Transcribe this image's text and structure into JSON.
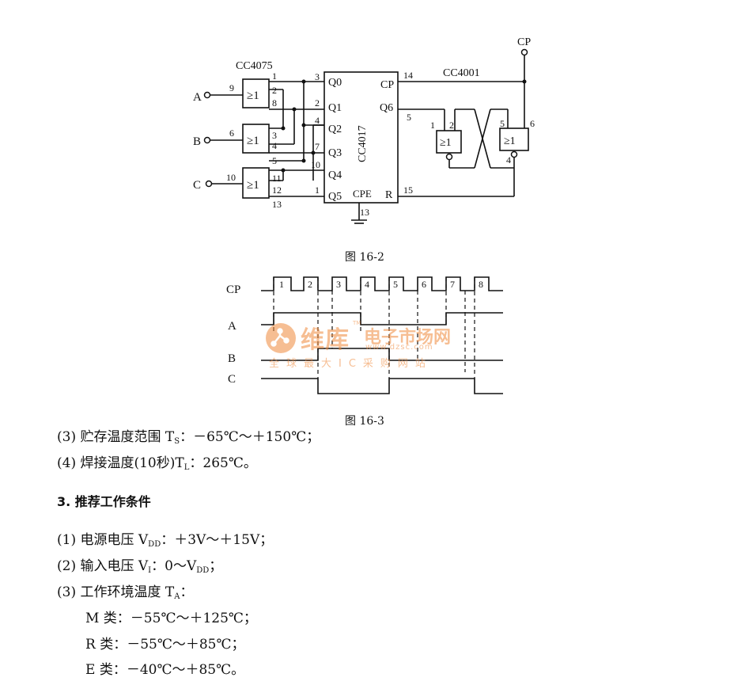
{
  "figure1": {
    "caption": "图 16-2",
    "chips": {
      "u1": "CC4075",
      "u2": "CC4017",
      "u3": "CC4001"
    },
    "gate_symbol": "≥1",
    "inputs": {
      "a": "A",
      "b": "B",
      "c": "C",
      "cp": "CP"
    },
    "pins": {
      "p1": "1",
      "p2": "2",
      "p8": "8",
      "p9": "9",
      "p3": "3",
      "p4": "4",
      "p5": "5",
      "p6": "6",
      "p11": "11",
      "p12": "12",
      "p13": "13",
      "p10": "10",
      "c3": "3",
      "c2": "2",
      "c4": "4",
      "c7": "7",
      "c10": "10",
      "c1": "1",
      "c14": "14",
      "c5": "5",
      "c15": "15",
      "c13": "13",
      "n1": "1",
      "n2": "2",
      "n5": "5",
      "n6": "6",
      "n4": "4"
    },
    "ports": {
      "q0": "Q0",
      "q1": "Q1",
      "q2": "Q2",
      "q3": "Q3",
      "q4": "Q4",
      "q5": "Q5",
      "cp": "CP",
      "q6": "Q6",
      "r": "R",
      "cpe": "CPE"
    }
  },
  "figure2": {
    "caption": "图 16-3",
    "signals": {
      "cp": "CP",
      "a": "A",
      "b": "B",
      "c": "C"
    },
    "pulses": [
      "1",
      "2",
      "3",
      "4",
      "5",
      "6",
      "7",
      "8"
    ]
  },
  "watermark": {
    "brand": "维库",
    "tagline": "电子市场网",
    "url": "www.dzsc.com",
    "slogan": "全球最大IC采购网站",
    "tm": "TM"
  },
  "text": {
    "l1": {
      "pre": "(3) 贮存温度范围 T",
      "sub": "S",
      "post": "：－65℃～＋150℃；"
    },
    "l2": {
      "pre": "(4) 焊接温度(10秒)T",
      "sub": "L",
      "post": "：265℃。"
    },
    "heading": "3. 推荐工作条件",
    "l3": {
      "pre": "(1) 电源电压 V",
      "sub": "DD",
      "post": "：＋3V～＋15V；"
    },
    "l4": {
      "pre": "(2) 输入电压 V",
      "sub": "I",
      "mid": "：0～V",
      "sub2": "DD",
      "post": "；"
    },
    "l5": {
      "pre": "(3) 工作环境温度 T",
      "sub": "A",
      "post": "："
    },
    "l6": "M 类：－55℃～＋125℃；",
    "l7": "R 类：－55℃～＋85℃；",
    "l8": "E 类：－40℃～＋85℃。"
  }
}
